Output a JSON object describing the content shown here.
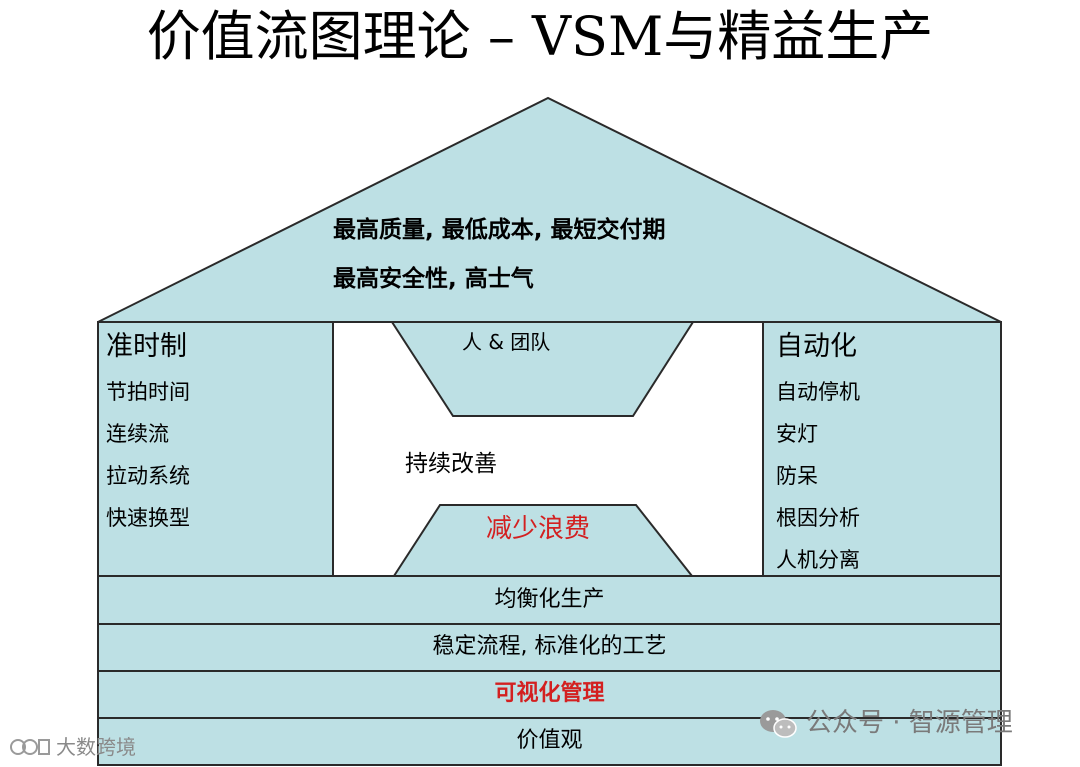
{
  "title": "价值流图理论 – VSM与精益生产",
  "roof": {
    "line1": "最高质量, 最低成本, 最短交付期",
    "line2": "最高安全性, 高士气"
  },
  "left_pillar": {
    "title": "准时制",
    "items": [
      "节拍时间",
      "连续流",
      "拉动系统",
      "快速换型"
    ]
  },
  "right_pillar": {
    "title": "自动化",
    "items": [
      "自动停机",
      "安灯",
      "防呆",
      "根因分析",
      "人机分离"
    ]
  },
  "center": {
    "top_label": "人 & 团队",
    "middle_label": "持续改善",
    "bottom_label": "减少浪费"
  },
  "foundation": [
    {
      "label": "均衡化生产"
    },
    {
      "label": "稳定流程, 标准化的工艺"
    },
    {
      "label": "可视化管理"
    },
    {
      "label": "价值观"
    }
  ],
  "watermarks": {
    "wechat": "公众号 · 智源管理",
    "logo": "大数跨境"
  },
  "colors": {
    "fill": "#bde0e4",
    "stroke": "#2a2a2a",
    "highlight": "#d32020"
  }
}
